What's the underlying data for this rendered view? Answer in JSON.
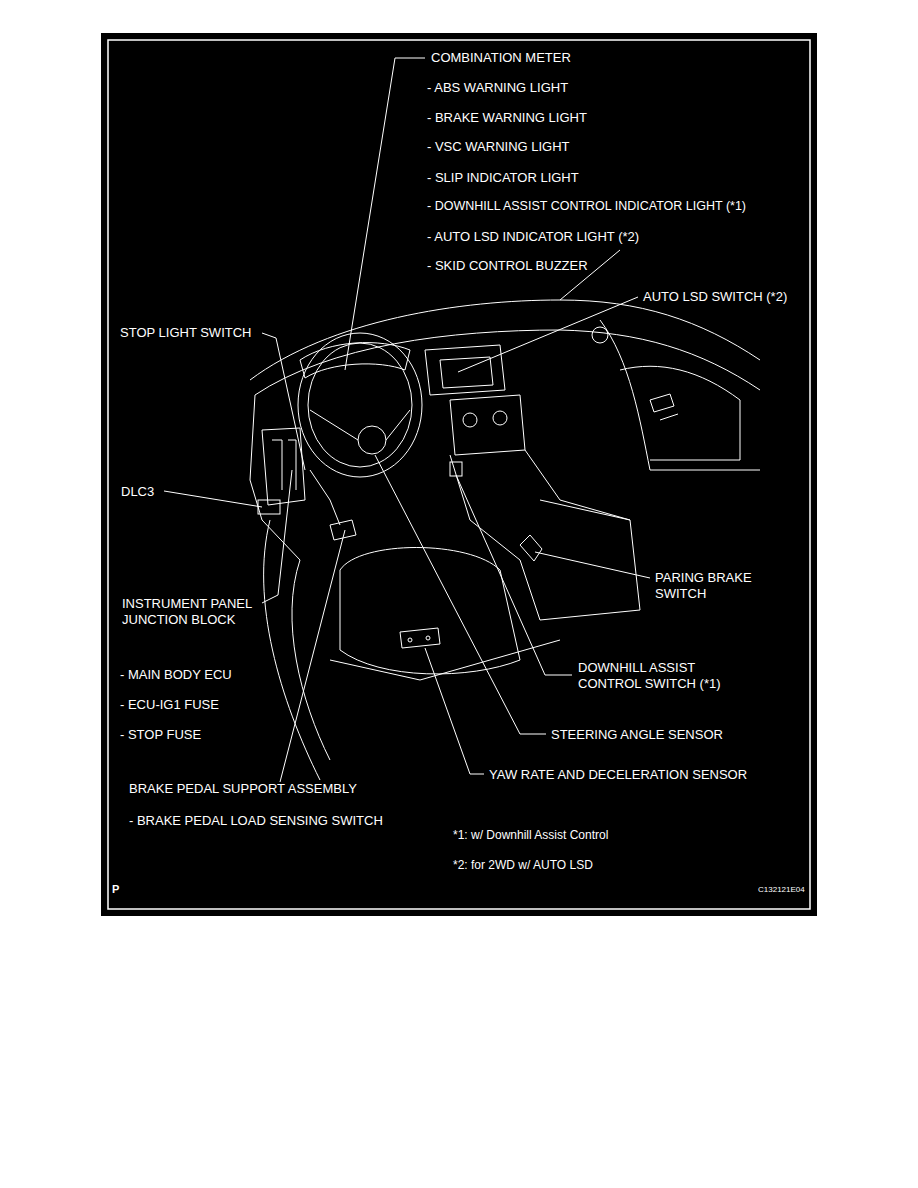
{
  "diagram": {
    "labels": [
      "COMBINATION METER",
      "- ABS WARNING LIGHT",
      "- BRAKE WARNING LIGHT",
      "- VSC WARNING LIGHT",
      "- SLIP INDICATOR LIGHT",
      "- DOWNHILL ASSIST CONTROL INDICATOR LIGHT (*1)",
      "- AUTO LSD INDICATOR LIGHT (*2)",
      "- SKID CONTROL BUZZER",
      "AUTO LSD SWITCH (*2)",
      "STOP LIGHT SWITCH",
      "DLC3",
      "PARING BRAKE SWITCH",
      "INSTRUMENT PANEL JUNCTION BLOCK",
      "- MAIN BODY ECU",
      "- ECU-IG1 FUSE",
      "- STOP FUSE",
      "DOWNHILL ASSIST CONTROL SWITCH (*1)",
      "STEERING ANGLE SENSOR",
      "YAW RATE AND DECELERATION SENSOR",
      "BRAKE PEDAL SUPPORT ASSEMBLY",
      "- BRAKE PEDAL LOAD SENSING SWITCH",
      "*1: w/ Downhill Assist Control",
      "*2: for 2WD w/ AUTO LSD",
      "P",
      "C132121E04"
    ]
  }
}
